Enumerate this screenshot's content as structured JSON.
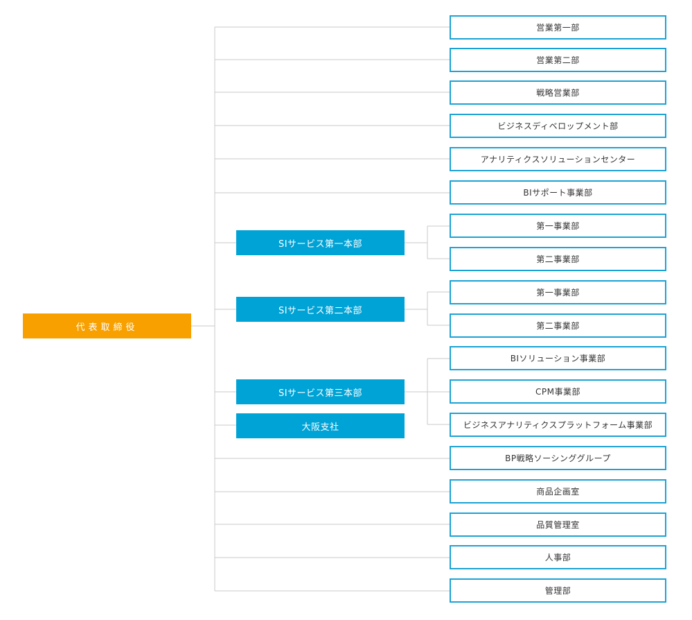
{
  "colors": {
    "ceo": "#f7a000",
    "division": "#00a3d6",
    "dept_border": "#1aa2d4",
    "line": "#c8c8c8"
  },
  "ceo": {
    "label": "代表取締役"
  },
  "divisions": [
    {
      "label": "SIサービス第一本部"
    },
    {
      "label": "SIサービス第二本部"
    },
    {
      "label": "SIサービス第三本部"
    },
    {
      "label": "大阪支社"
    }
  ],
  "departments": [
    {
      "label": "営業第一部"
    },
    {
      "label": "営業第二部"
    },
    {
      "label": "戦略営業部"
    },
    {
      "label": "ビジネスディベロップメント部"
    },
    {
      "label": "アナリティクスソリューションセンター"
    },
    {
      "label": "BIサポート事業部"
    },
    {
      "label": "第一事業部"
    },
    {
      "label": "第二事業部"
    },
    {
      "label": "第一事業部"
    },
    {
      "label": "第二事業部"
    },
    {
      "label": "BIソリューション事業部"
    },
    {
      "label": "CPM事業部"
    },
    {
      "label": "ビジネスアナリティクスプラットフォーム事業部"
    },
    {
      "label": "BP戦略ソーシンググループ"
    },
    {
      "label": "商品企画室"
    },
    {
      "label": "品質管理室"
    },
    {
      "label": "人事部"
    },
    {
      "label": "管理部"
    }
  ]
}
